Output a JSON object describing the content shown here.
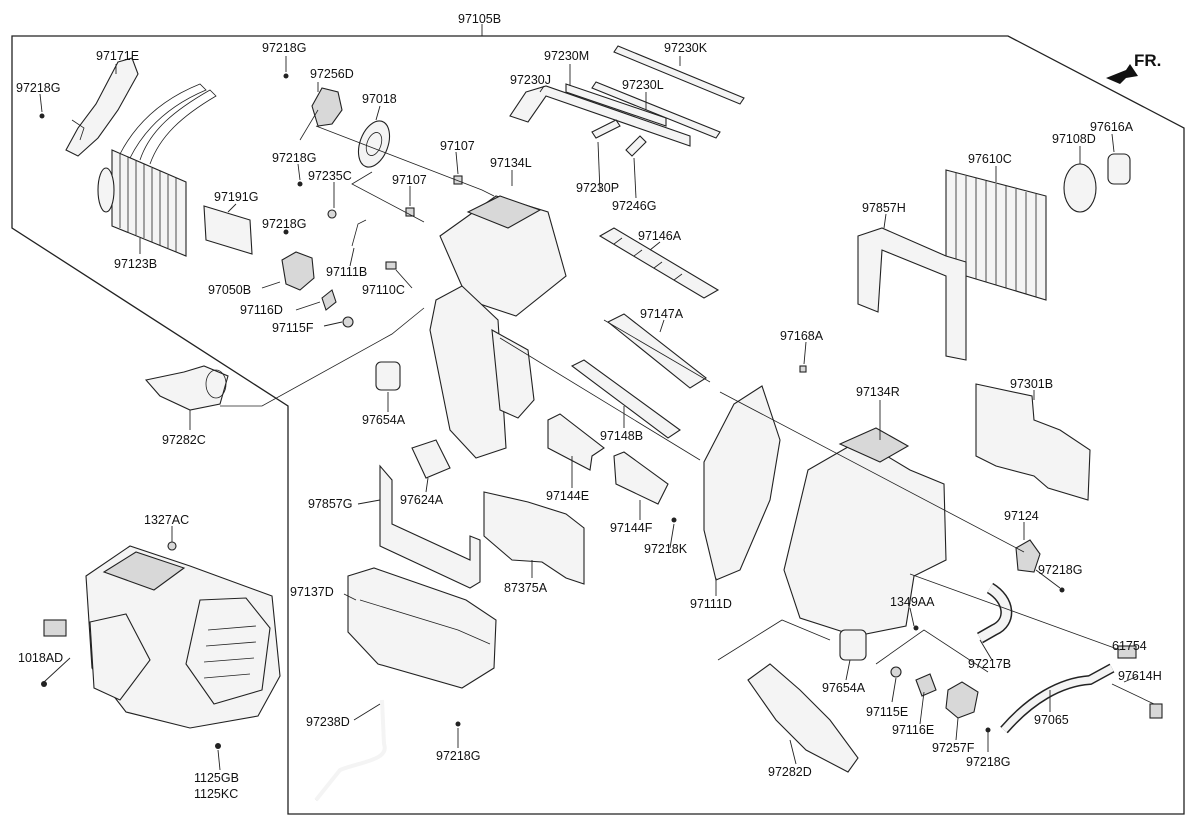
{
  "direction_marker": {
    "label": "FR."
  },
  "labels": {
    "97105B": "97105B",
    "97171E": "97171E",
    "97218G_a": "97218G",
    "97218G_b": "97218G",
    "97256D": "97256D",
    "97018": "97018",
    "97230M": "97230M",
    "97230K": "97230K",
    "97230J": "97230J",
    "97230L": "97230L",
    "97616A": "97616A",
    "97108D": "97108D",
    "97610C": "97610C",
    "97107_a": "97107",
    "97107_b": "97107",
    "97134L": "97134L",
    "97218G_c": "97218G",
    "97235C": "97235C",
    "97230P": "97230P",
    "97246G": "97246G",
    "97191G": "97191G",
    "97857H": "97857H",
    "97218G_d": "97218G",
    "97146A": "97146A",
    "97123B": "97123B",
    "97111B": "97111B",
    "97050B": "97050B",
    "97110C": "97110C",
    "97116D": "97116D",
    "97115F": "97115F",
    "97147A": "97147A",
    "97168A": "97168A",
    "97654A_a": "97654A",
    "97134R": "97134R",
    "97301B": "97301B",
    "97282C": "97282C",
    "97148B": "97148B",
    "97144E": "97144E",
    "97857G": "97857G",
    "97624A": "97624A",
    "97124": "97124",
    "1327AC": "1327AC",
    "97144F": "97144F",
    "97218K": "97218K",
    "97218G_e": "97218G",
    "87375A": "87375A",
    "97137D": "97137D",
    "97111D": "97111D",
    "1349AA": "1349AA",
    "61754": "61754",
    "1018AD": "1018AD",
    "97217B": "97217B",
    "97654A_b": "97654A",
    "97614H": "97614H",
    "97238D": "97238D",
    "97115E": "97115E",
    "97065": "97065",
    "97218G_f": "97218G",
    "97116E": "97116E",
    "97257F": "97257F",
    "97218G_g": "97218G",
    "97282D": "97282D",
    "1125GB": "1125GB",
    "1125KC": "1125KC"
  }
}
